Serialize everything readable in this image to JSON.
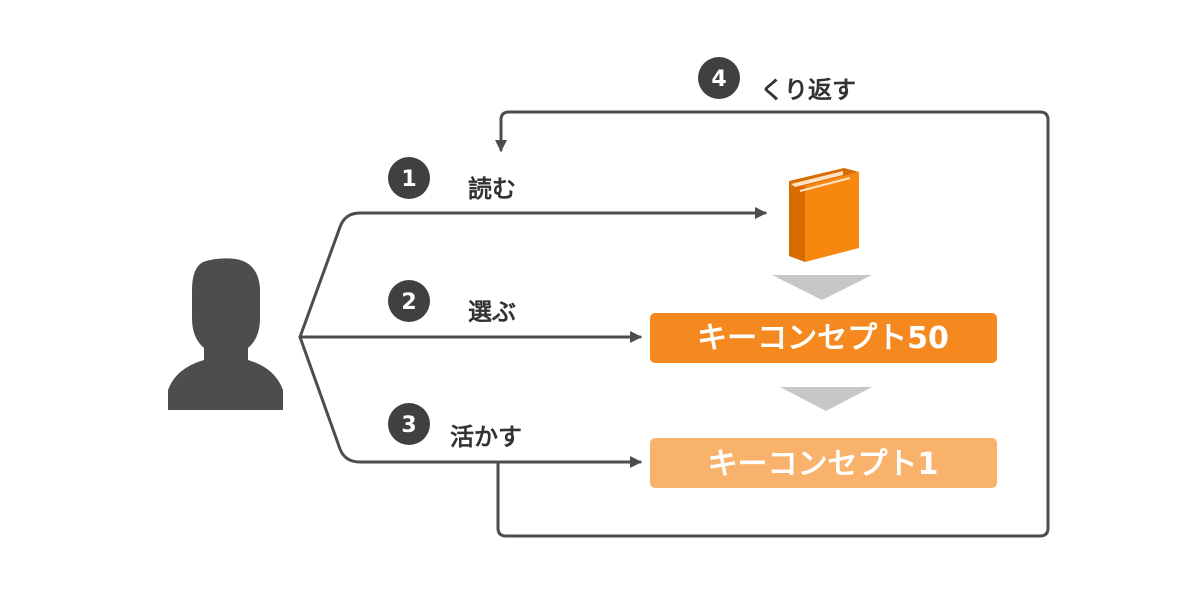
{
  "steps": [
    {
      "number": "1",
      "label": "読む"
    },
    {
      "number": "2",
      "label": "選ぶ"
    },
    {
      "number": "3",
      "label": "活かす"
    },
    {
      "number": "4",
      "label": "くり返す"
    }
  ],
  "boxes": [
    {
      "label": "キーコンセプト50"
    },
    {
      "label": "キーコンセプト1"
    }
  ],
  "icons": {
    "person": "person-silhouette-icon",
    "book": "book-icon"
  },
  "colors": {
    "line": "#4d4d4d",
    "badge": "#404040",
    "text": "#333333",
    "person": "#4d4d4d",
    "book_cover": "#f7870f",
    "book_spine": "#d96c00",
    "book_pages": "#fde3c4",
    "box_dark": "#f5891f",
    "box_light": "#f9b26c",
    "chevron": "#c7c7c7",
    "box_text": "#ffffff"
  }
}
